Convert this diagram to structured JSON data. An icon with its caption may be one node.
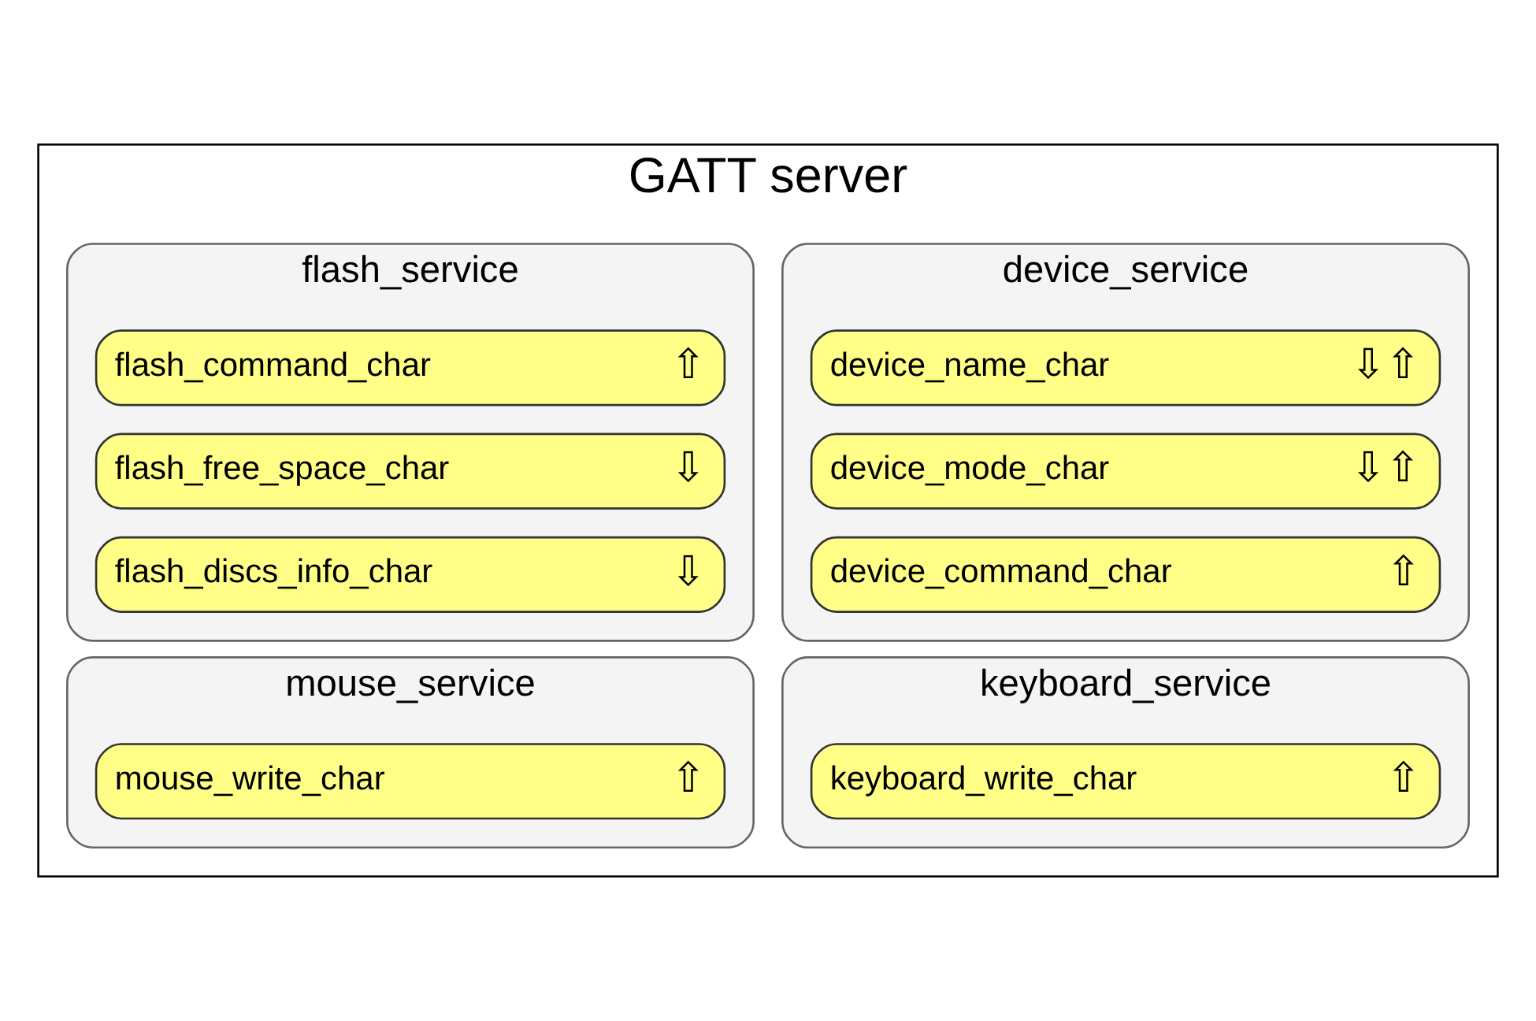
{
  "diagram": {
    "nodes": [
      {
        "text": [
          "GATT server"
        ]
      },
      {
        "text": [
          "device_service"
        ],
        "in": 0
      },
      {
        "text": [
          "device_name_char",
          "⇩⇧"
        ],
        "in": 1
      },
      {
        "text": [
          "device_mode_char",
          "⇩⇧"
        ],
        "in": 1
      },
      {
        "text": [
          "device_command_char",
          "⇧"
        ],
        "in": 1
      },
      {
        "text": [
          "flash_service"
        ],
        "in": 0
      },
      {
        "text": [
          "flash_command_char",
          "⇧"
        ],
        "in": 5
      },
      {
        "text": [
          "flash_free_space_char",
          "⇩"
        ],
        "in": 5
      },
      {
        "text": [
          "flash_discs_info_char",
          "⇩"
        ],
        "in": 5
      },
      {
        "text": [
          "keyboard_service"
        ],
        "in": 0
      },
      {
        "text": [
          "keyboard_write_char",
          "⇧"
        ],
        "in": 9
      },
      {
        "text": [
          "mouse_service"
        ],
        "in": 0
      },
      {
        "text": [
          "mouse_write_char",
          "⇧"
        ],
        "in": 11
      }
    ]
  }
}
